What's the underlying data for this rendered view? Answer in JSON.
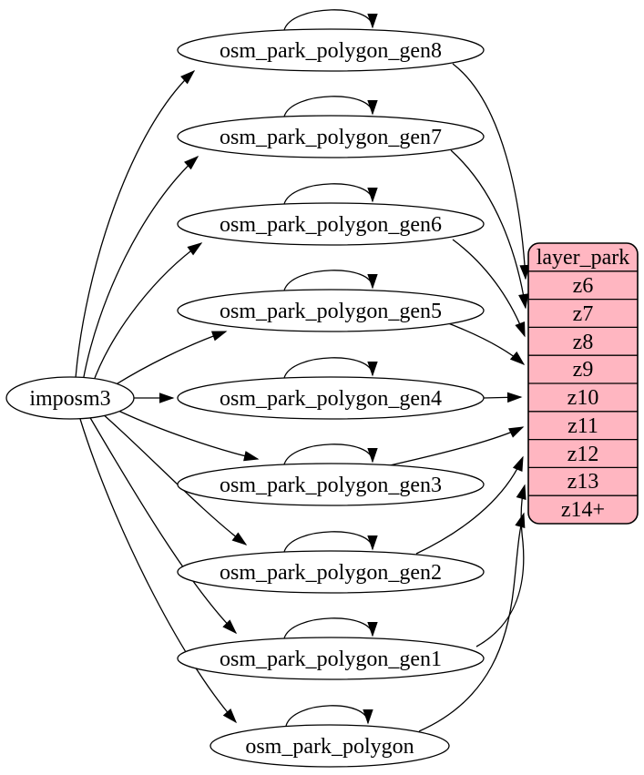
{
  "nodes": {
    "imposm3": "imposm3",
    "gen8": "osm_park_polygon_gen8",
    "gen7": "osm_park_polygon_gen7",
    "gen6": "osm_park_polygon_gen6",
    "gen5": "osm_park_polygon_gen5",
    "gen4": "osm_park_polygon_gen4",
    "gen3": "osm_park_polygon_gen3",
    "gen2": "osm_park_polygon_gen2",
    "gen1": "osm_park_polygon_gen1",
    "polygon": "osm_park_polygon"
  },
  "layer_park": {
    "title": "layer_park",
    "rows": [
      "z6",
      "z7",
      "z8",
      "z9",
      "z10",
      "z11",
      "z12",
      "z13",
      "z14+"
    ]
  },
  "colors": {
    "layer_fill": "#ffb6c1",
    "node_fill": "#ffffff",
    "stroke": "#000000"
  },
  "edges": {
    "from_imposm3": [
      "osm_park_polygon_gen8",
      "osm_park_polygon_gen7",
      "osm_park_polygon_gen6",
      "osm_park_polygon_gen5",
      "osm_park_polygon_gen4",
      "osm_park_polygon_gen3",
      "osm_park_polygon_gen2",
      "osm_park_polygon_gen1",
      "osm_park_polygon"
    ],
    "self_loops": [
      "osm_park_polygon_gen8",
      "osm_park_polygon_gen7",
      "osm_park_polygon_gen6",
      "osm_park_polygon_gen5",
      "osm_park_polygon_gen4",
      "osm_park_polygon_gen3",
      "osm_park_polygon_gen2",
      "osm_park_polygon_gen1",
      "osm_park_polygon"
    ],
    "to_layer_rows": [
      {
        "from": "osm_park_polygon_gen8",
        "row": "z6"
      },
      {
        "from": "osm_park_polygon_gen7",
        "row": "z7"
      },
      {
        "from": "osm_park_polygon_gen6",
        "row": "z8"
      },
      {
        "from": "osm_park_polygon_gen5",
        "row": "z9"
      },
      {
        "from": "osm_park_polygon_gen4",
        "row": "z10"
      },
      {
        "from": "osm_park_polygon_gen3",
        "row": "z11"
      },
      {
        "from": "osm_park_polygon_gen2",
        "row": "z12"
      },
      {
        "from": "osm_park_polygon_gen1",
        "row": "z13"
      },
      {
        "from": "osm_park_polygon",
        "row": "z14+"
      }
    ]
  }
}
